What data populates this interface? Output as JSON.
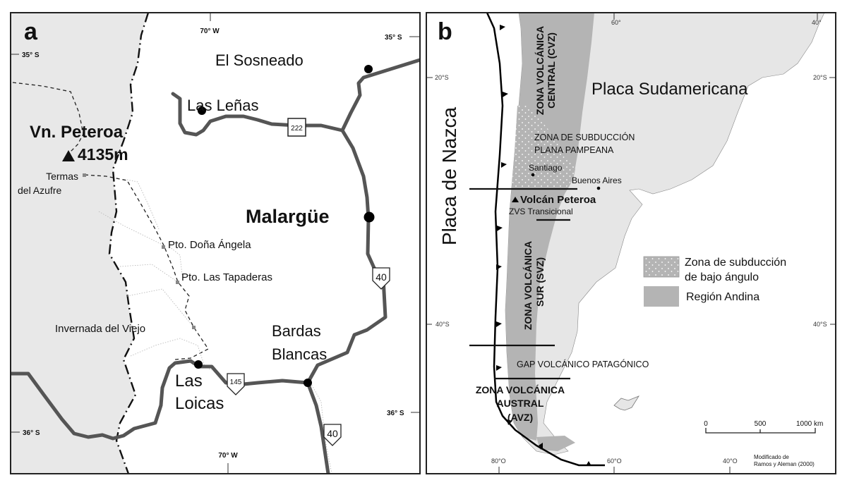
{
  "panel_a": {
    "letter": "a",
    "grid": {
      "lon_top": "70° W",
      "lon_bottom": "70° W",
      "lat_left_top": "35° S",
      "lat_right_top": "35° S",
      "lat_left_bottom": "36° S",
      "lat_right_bottom": "36° S"
    },
    "volcano": {
      "name": "Vn. Peteroa",
      "elevation": "4135m"
    },
    "places": {
      "termas_1": "Termas",
      "termas_2": "del Azufre",
      "dona_angela": "Pto. Doña Ángela",
      "tapaderas": "Pto. Las Tapaderas",
      "invernada": "Invernada del Viejo",
      "el_sosneado": "El Sosneado",
      "las_lenas": "Las Leñas",
      "malargue": "Malargüe",
      "bardas_1": "Bardas",
      "bardas_2": "Blancas",
      "loicas_1": "Las",
      "loicas_2": "Loicas"
    },
    "routes": {
      "r222": "222",
      "r145": "145",
      "r40a": "40",
      "r40b": "40"
    }
  },
  "panel_b": {
    "letter": "b",
    "nazca": "Placa de Nazca",
    "sudamericana": "Placa Sudamericana",
    "cvz_1": "ZONA VOLCÁNICA",
    "cvz_2": "CENTRAL (CVZ)",
    "flat_1": "ZONA DE SUBDUCCIÓN",
    "flat_2": "PLANA PAMPEANA",
    "santiago": "Santiago",
    "buenos_aires": "Buenos Aires",
    "peteroa": "Volcán Peteroa",
    "zvs": "ZVS Transicional",
    "svz_1": "ZONA VOLCÁNICA",
    "svz_2": "SUR (SVZ)",
    "gap": "GAP VOLCÁNICO PATAGÓNICO",
    "avz_1": "ZONA VOLCÁNICA",
    "avz_2": "AUSTRAL",
    "avz_3": "(AVZ)",
    "legend": {
      "flat_1": "Zona de subducción",
      "flat_2": "de bajo ángulo",
      "andes": "Región Andina"
    },
    "scale": {
      "s0": "0",
      "s500": "500",
      "s1000": "1000 km"
    },
    "grid": {
      "top_60": "60°",
      "top_40": "40°",
      "lat20_l": "20°S",
      "lat20_r": "20°S",
      "lat40_l": "40°S",
      "lat40_r": "40°S",
      "bot_80": "80°O",
      "bot_60": "60°O",
      "bot_40": "40°O"
    },
    "credit_1": "Modificado de",
    "credit_2": "Ramos y Aleman (2000)"
  },
  "colors": {
    "chile": "#e8e8e8",
    "land": "#e6e6e6",
    "andes": "#b4b4b4",
    "road": "#555555"
  }
}
